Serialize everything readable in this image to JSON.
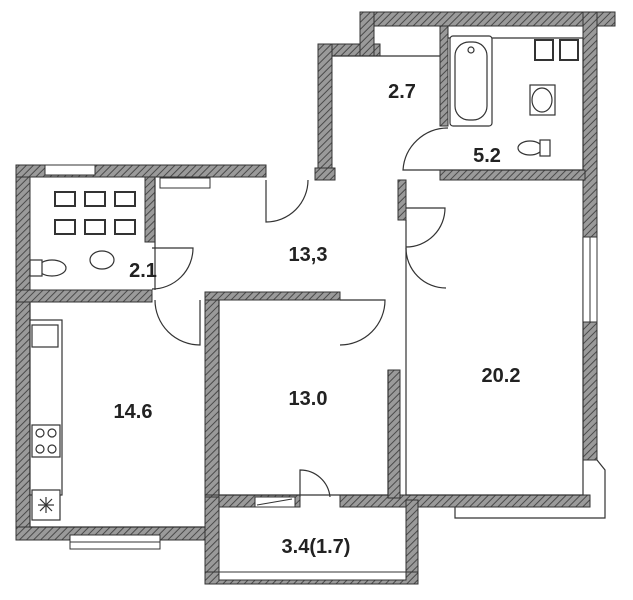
{
  "floor_plan": {
    "rooms": [
      {
        "id": "hall",
        "area": "13,3"
      },
      {
        "id": "corridor",
        "area": "2.7"
      },
      {
        "id": "bathroom",
        "area": "5.2"
      },
      {
        "id": "wc",
        "area": "2.1"
      },
      {
        "id": "kitchen",
        "area": "14.6"
      },
      {
        "id": "bedroom",
        "area": "13.0"
      },
      {
        "id": "living",
        "area": "20.2"
      },
      {
        "id": "balcony",
        "area": "3.4(1.7)"
      }
    ]
  },
  "colors": {
    "wall_fill": "#8c8c8c",
    "wall_hatch": "#555555",
    "line": "#333333",
    "text": "#222222",
    "background": "#ffffff"
  }
}
